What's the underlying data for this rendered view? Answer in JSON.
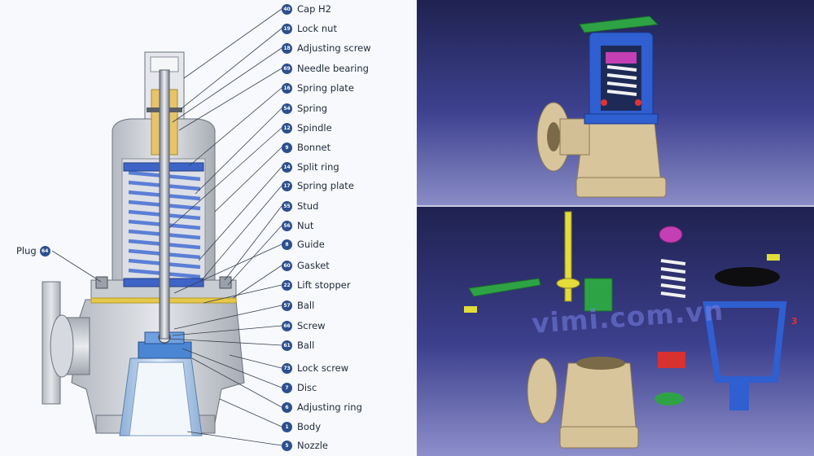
{
  "callouts": [
    {
      "num": "40",
      "label": "Cap H2"
    },
    {
      "num": "19",
      "label": "Lock nut"
    },
    {
      "num": "18",
      "label": "Adjusting screw"
    },
    {
      "num": "69",
      "label": "Needle bearing"
    },
    {
      "num": "16",
      "label": "Spring plate"
    },
    {
      "num": "54",
      "label": "Spring"
    },
    {
      "num": "12",
      "label": "Spindle"
    },
    {
      "num": "9",
      "label": "Bonnet"
    },
    {
      "num": "14",
      "label": "Split ring"
    },
    {
      "num": "17",
      "label": "Spring plate"
    },
    {
      "num": "55",
      "label": "Stud"
    },
    {
      "num": "56",
      "label": "Nut"
    },
    {
      "num": "8",
      "label": "Guide"
    },
    {
      "num": "60",
      "label": "Gasket"
    },
    {
      "num": "22",
      "label": "Lift stopper"
    },
    {
      "num": "57",
      "label": "Ball"
    },
    {
      "num": "66",
      "label": "Screw"
    },
    {
      "num": "61",
      "label": "Ball"
    },
    {
      "num": "73",
      "label": "Lock screw"
    },
    {
      "num": "7",
      "label": "Disc"
    },
    {
      "num": "6",
      "label": "Adjusting ring"
    },
    {
      "num": "1",
      "label": "Body"
    },
    {
      "num": "5",
      "label": "Nozzle"
    }
  ],
  "plug": {
    "label": "Plug",
    "num": "64"
  },
  "watermark": "vimi.com.vn",
  "mark": "3",
  "colors": {
    "badge": "#2d4f8e",
    "spring": "#5b7fd6",
    "body_grey": "#c8ccd3",
    "nozzle_blue": "#a9c6e6",
    "brass": "#d8c39a",
    "cad_blue": "#2f5fd0"
  }
}
